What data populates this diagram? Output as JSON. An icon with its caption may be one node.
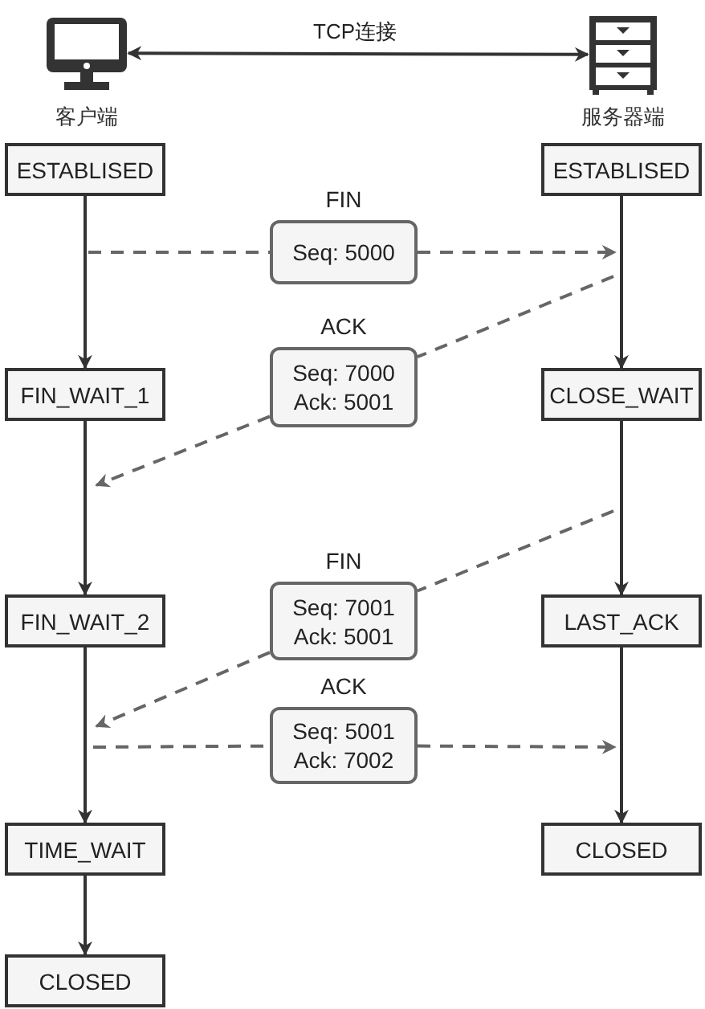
{
  "diagram": {
    "nodes": [
      {
        "text": [],
        "shape": "computer",
        "beside": [
          "客户端"
        ]
      },
      {
        "text": [],
        "shape": "server",
        "beside": [
          "服务器端"
        ]
      },
      {
        "text": [
          "ESTABLISED"
        ]
      },
      {
        "text": [
          "ESTABLISED"
        ]
      },
      {
        "text": [
          "FIN",
          "Seq: 5000"
        ]
      },
      {
        "text": [
          "FIN_WAIT_1"
        ]
      },
      {
        "text": [
          "ACK",
          "Seq: 7000",
          "Ack: 5001"
        ]
      },
      {
        "text": [
          "CLOSE_WAIT"
        ]
      },
      {
        "text": [
          "FIN_WAIT_2"
        ]
      },
      {
        "text": [
          "FIN",
          "Seq: 7001",
          "Ack: 5001"
        ]
      },
      {
        "text": [
          "LAST_ACK"
        ]
      },
      {
        "text": [
          "ACK",
          "Seq: 5001",
          "Ack: 7002"
        ]
      },
      {
        "text": [
          "TIME_WAIT"
        ]
      },
      {
        "text": [
          "CLOSED"
        ]
      },
      {
        "text": [
          "CLOSED"
        ]
      }
    ],
    "edges": [
      {
        "from": 0,
        "to": 1,
        "arrow": "both",
        "label": "TCP连接"
      },
      {
        "from": 2,
        "to": 5,
        "arrow": "to"
      },
      {
        "from": 5,
        "to": 8,
        "arrow": "to"
      },
      {
        "from": 8,
        "to": 12,
        "arrow": "to"
      },
      {
        "from": 12,
        "to": 14,
        "arrow": "to"
      },
      {
        "from": 3,
        "to": 7,
        "arrow": "to"
      },
      {
        "from": 7,
        "to": 10,
        "arrow": "to"
      },
      {
        "from": 10,
        "to": 13,
        "arrow": "to"
      },
      {
        "from": null,
        "to": 4,
        "arrow": "none",
        "style": "dashed",
        "color": "#666666"
      },
      {
        "from": 4,
        "to": null,
        "arrow": "to",
        "style": "dashed",
        "color": "#666666"
      },
      {
        "from": null,
        "to": 6,
        "arrow": "none",
        "style": "dashed",
        "color": "#666666"
      },
      {
        "from": 6,
        "to": null,
        "arrow": "to",
        "style": "dashed",
        "color": "#666666"
      },
      {
        "from": null,
        "to": 9,
        "arrow": "none",
        "style": "dashed",
        "color": "#666666"
      },
      {
        "from": 9,
        "to": null,
        "arrow": "to",
        "style": "dashed",
        "color": "#666666"
      },
      {
        "from": null,
        "to": 11,
        "arrow": "none",
        "style": "dashed",
        "color": "#666666"
      },
      {
        "from": 11,
        "to": null,
        "arrow": "to",
        "style": "dashed",
        "color": "#666666"
      }
    ]
  }
}
